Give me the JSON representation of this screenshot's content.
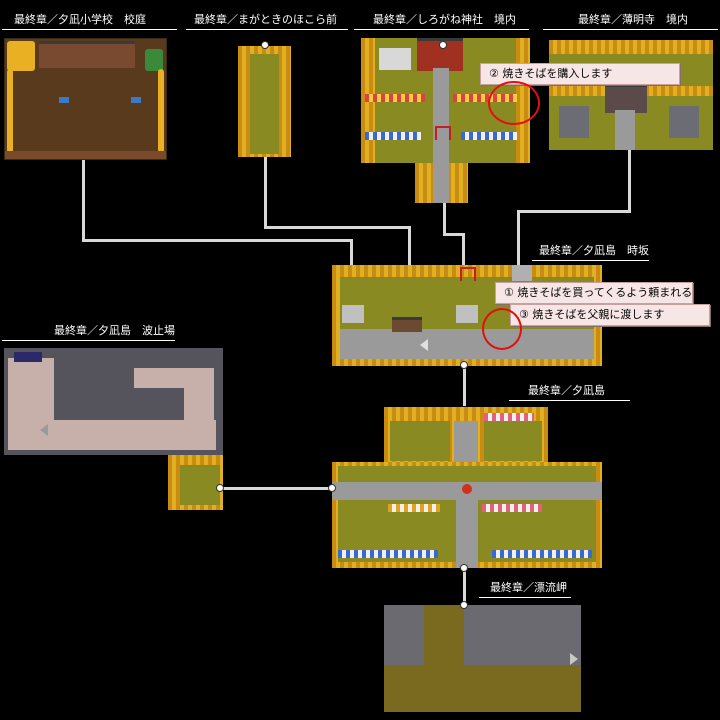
{
  "maps": {
    "school": "最終章／夕凪小学校　校庭",
    "shrine_path": "最終章／まがときのほこら前",
    "shirogane": "最終章／しろがね神社　境内",
    "hakumei": "最終章／薄明寺　境内",
    "tokisaka": "最終章／夕凪島　時坂",
    "hatoba": "最終章／夕凪島　波止場",
    "yunagi": "最終章／夕凪島",
    "hyoryu": "最終章／漂流岬"
  },
  "annotations": {
    "step1": "① 焼きそばを買ってくるよう頼まれる",
    "step2": "② 焼きそばを購入します",
    "step3": "③ 焼きそばを父親に渡します"
  },
  "colors": {
    "note_bg": "#f7e6e6",
    "highlight": "#e01010"
  }
}
